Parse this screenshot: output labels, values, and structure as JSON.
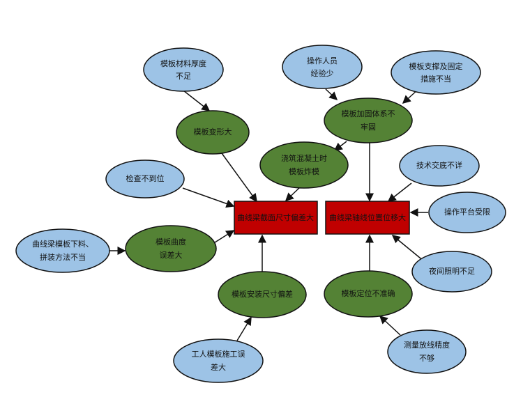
{
  "colors": {
    "cause": "#9dc3e6",
    "intermediate": "#548235",
    "effect": "#c00000"
  },
  "effects": {
    "section": "曲线梁截面尺寸偏差大",
    "axis": "曲线梁轴线位置位移大"
  },
  "nodes": {
    "material": [
      "模板材料厚度",
      "不足"
    ],
    "deform": [
      "模板变形大"
    ],
    "experience": [
      "操作人员",
      "经验少"
    ],
    "support": [
      "模板支撑及固定",
      "措施不当"
    ],
    "reinforce": [
      "模板加固体系不",
      "牢固"
    ],
    "burst": [
      "浇筑混凝土时",
      "模板炸模"
    ],
    "inspect": [
      "检查不到位"
    ],
    "briefing": [
      "技术交底不详"
    ],
    "platform": [
      "操作平台受限"
    ],
    "cutting": [
      "曲线梁模板下料、",
      "拼装方法不当"
    ],
    "curvature": [
      "模板曲度",
      "误差大"
    ],
    "lighting": [
      "夜间照明不足"
    ],
    "install": [
      "模板安装尺寸偏差"
    ],
    "position": [
      "模板定位不准确"
    ],
    "worker": [
      "工人模板施工误",
      "差大"
    ],
    "survey": [
      "测量放线精度",
      "不够"
    ]
  }
}
